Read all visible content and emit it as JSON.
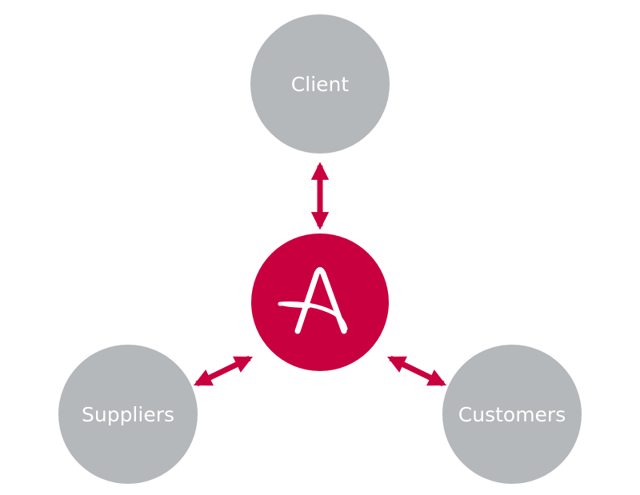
{
  "diagram": {
    "nodes": {
      "client": {
        "label": "Client"
      },
      "suppliers": {
        "label": "Suppliers"
      },
      "customers": {
        "label": "Customers"
      },
      "center": {
        "logo": "a-logo-icon"
      }
    },
    "arrows": [
      {
        "from": "center",
        "to": "client",
        "direction": "both"
      },
      {
        "from": "center",
        "to": "suppliers",
        "direction": "both"
      },
      {
        "from": "center",
        "to": "customers",
        "direction": "both"
      }
    ]
  },
  "colors": {
    "node_gray": "#b5b8ba",
    "accent_red": "#c9003f",
    "label_white": "#ffffff"
  }
}
